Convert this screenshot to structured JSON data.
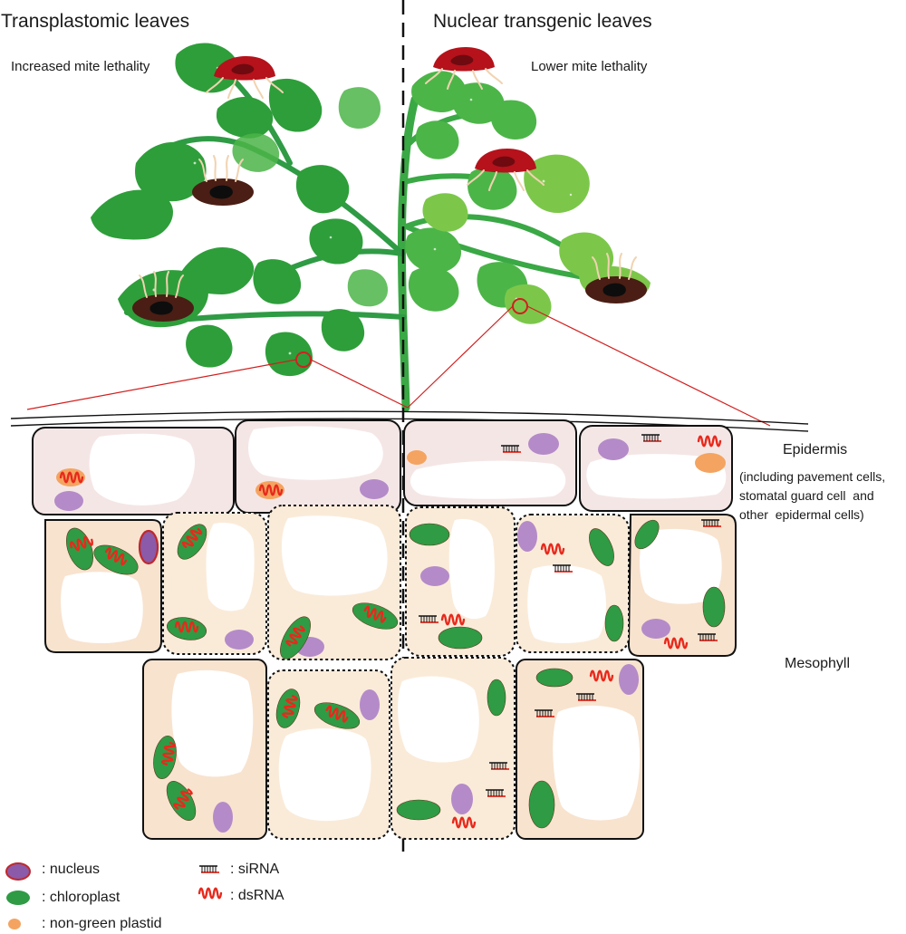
{
  "headings": {
    "left": "Transplastomic leaves",
    "right": "Nuclear transgenic leaves"
  },
  "effects": {
    "left": "Increased mite lethality",
    "right": "Lower mite lethality"
  },
  "layers": {
    "epidermis": "Epidermis",
    "epidermis_note_1": "(including pavement cells,",
    "epidermis_note_2": "stomatal guard cell  and",
    "epidermis_note_3": "other  epidermal cells)",
    "mesophyll": "Mesophyll"
  },
  "legend": {
    "nucleus": ": nucleus",
    "chloroplast": ": chloroplast",
    "non_green_plastid": ": non-green plastid",
    "sirna": ": siRNA",
    "dsrna": ": dsRNA"
  },
  "colors": {
    "leaf_dark": "#2e9e3a",
    "leaf_light": "#6cc24a",
    "stem": "#3aa845",
    "mite_dead": "#4a1e14",
    "mite_alive": "#b5121b",
    "epidermis_fill": "#f5e6e6",
    "mesophyll_fill": "#f8e3cf",
    "chloroplast": "#2f9b45",
    "nucleus": "#b48bc8",
    "nucleus_outline": "#c0282a",
    "plastid": "#f4a460",
    "rna": "#e8291c",
    "zoom_line": "#d21f1f"
  }
}
